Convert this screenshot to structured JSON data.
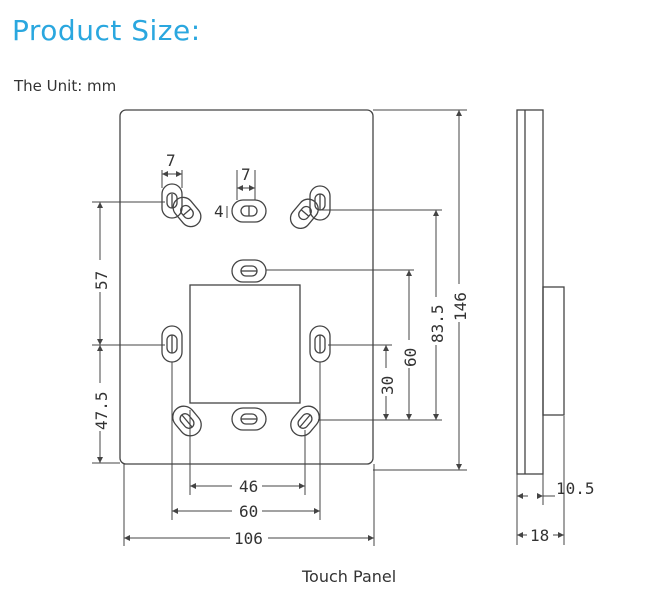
{
  "title": "Product Size:",
  "unit_label": "The Unit: mm",
  "caption": "Touch Panel",
  "colors": {
    "title": "#2aa7df",
    "line": "#444444"
  },
  "dimensions": {
    "slot_width_left": "7",
    "slot_width_mid": "7",
    "rotation_mark": "4",
    "upper_spacing": "57",
    "lower_spacing": "47.5",
    "hole_spacing_30": "30",
    "hole_spacing_60": "60",
    "hole_spacing_83_5": "83.5",
    "total_height": "146",
    "bottom_46": "46",
    "bottom_60": "60",
    "total_width": "106",
    "thickness_10_5": "10.5",
    "thickness_18": "18"
  }
}
